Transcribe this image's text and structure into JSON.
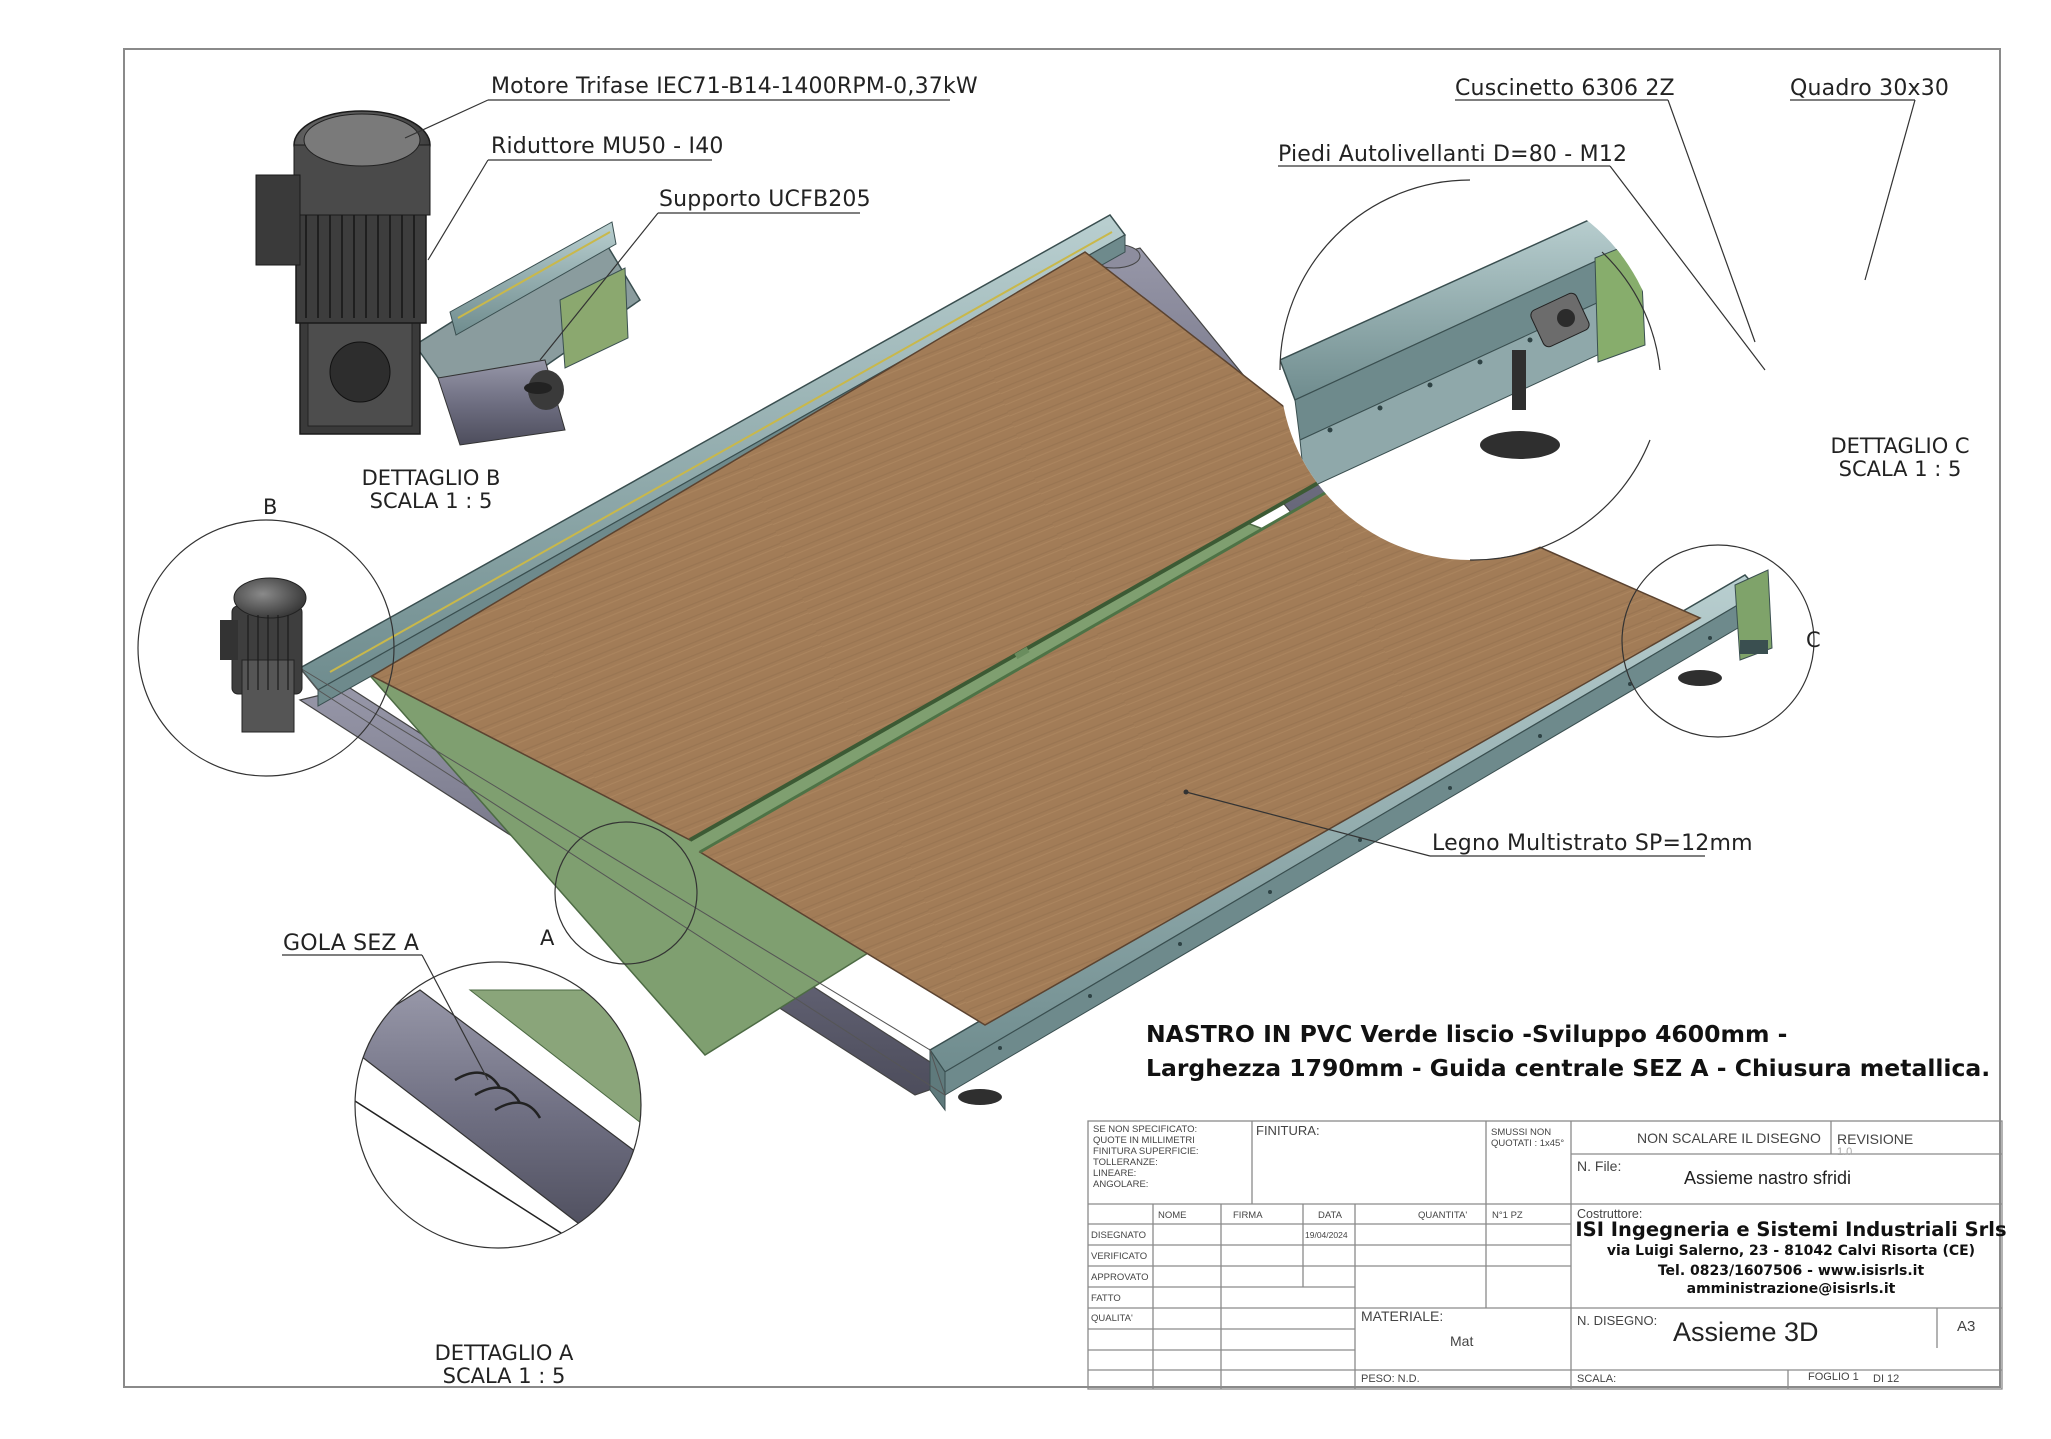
{
  "callouts": {
    "motor": "Motore Trifase IEC71-B14-1400RPM-0,37kW",
    "reducer": "Riduttore MU50 - I40",
    "support": "Supporto UCFB205",
    "bearing": "Cuscinetto 6306 2Z",
    "square": "Quadro 30x30",
    "feet": "Piedi Autolivellanti D=80 - M12",
    "wood": "Legno Multistrato SP=12mm",
    "groove": "GOLA SEZ A"
  },
  "details": {
    "b_line1": "DETTAGLIO B",
    "b_line2": "SCALA 1 : 5",
    "c_line1": "DETTAGLIO C",
    "c_line2": "SCALA 1 : 5",
    "a_line1": "DETTAGLIO A",
    "a_line2": "SCALA 1 : 5",
    "letter_a": "A",
    "letter_b": "B",
    "letter_c": "C"
  },
  "title": {
    "line1": "NASTRO IN PVC Verde liscio -Sviluppo 4600mm -",
    "line2": "Larghezza 1790mm - Guida centrale SEZ A - Chiusura metallica."
  },
  "title_block": {
    "spec_lines": [
      "SE NON SPECIFICATO:",
      "QUOTE IN MILLIMETRI",
      "FINITURA SUPERFICIE:",
      "TOLLERANZE:",
      "LINEARE:",
      "ANGOLARE:"
    ],
    "finish_label": "FINITURA:",
    "smussi_line1": "SMUSSI NON",
    "smussi_line2": "QUOTATI : 1x45°",
    "no_scale": "NON SCALARE IL DISEGNO",
    "revision_label": "REVISIONE",
    "revision_value": "1.0",
    "file_label": "N. File:",
    "file_value": "Assieme nastro sfridi",
    "col_nome": "NOME",
    "col_firma": "FIRMA",
    "col_data": "DATA",
    "col_quantita": "QUANTITA'",
    "col_pz": "N°1 PZ",
    "row_disegnato": "DISEGNATO",
    "row_verificato": "VERIFICATO",
    "row_approvato": "APPROVATO",
    "row_fatto": "FATTO",
    "row_qualita": "QUALITA'",
    "date_value": "19/04/2024",
    "builder_label": "Costruttore:",
    "company_name": "ISI Ingegneria e Sistemi Industriali Srls",
    "company_address": "via Luigi Salerno, 23 - 81042 Calvi Risorta (CE)",
    "company_contact": "Tel. 0823/1607506 - www.isisrls.it",
    "company_email": "amministrazione@isisrls.it",
    "material_label": "MATERIALE:",
    "material_value": "Mat",
    "drawing_label": "N. DISEGNO:",
    "drawing_value": "Assieme 3D",
    "paper_size": "A3",
    "weight_label": "PESO: N.D.",
    "scale_label": "SCALA:",
    "sheet_label": "FOGLIO 1",
    "sheet_of": "DI  12"
  },
  "colors": {
    "wood": "#a07a55",
    "frame_rail": "#9fb7b8",
    "roller": "#6e6e80",
    "belt_edge": "#8fb07e",
    "motor": "#4a4a4a"
  }
}
